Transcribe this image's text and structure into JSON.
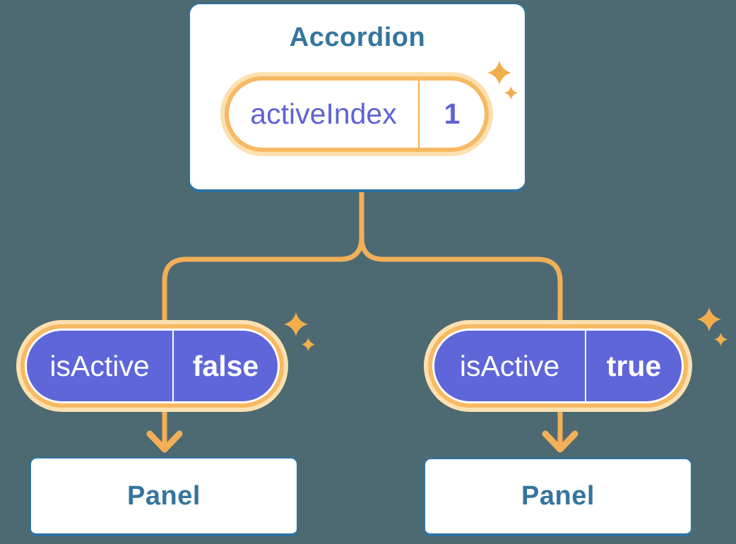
{
  "background_color": "#4D6A73",
  "colors": {
    "connector_orange": "#F2AF58",
    "pill_ring_orange": "#F7B962",
    "pill_halo_orange": "#FCE0B0",
    "pill_purple": "#5F66D9",
    "purple_text": "#5F62D6",
    "blue_border": "#2E72A2",
    "blue_text": "#35759E",
    "card_background": "#FFFFFF",
    "sparkle_orange": "#F3AE4C"
  },
  "icons": {
    "sparkle": "✦"
  },
  "diagram": {
    "root": {
      "title": "Accordion",
      "state_pill": {
        "label": "activeIndex",
        "value": "1"
      }
    },
    "branches": [
      {
        "prop_pill": {
          "label": "isActive",
          "value": "false"
        },
        "panel_title": "Panel"
      },
      {
        "prop_pill": {
          "label": "isActive",
          "value": "true"
        },
        "panel_title": "Panel"
      }
    ]
  }
}
